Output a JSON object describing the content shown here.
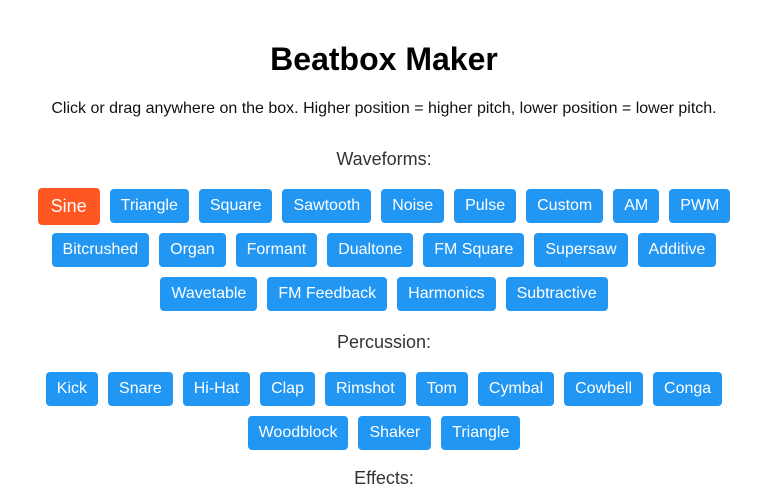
{
  "title": "Beatbox Maker",
  "instructions": "Click or drag anywhere on the box. Higher position = higher pitch, lower position = lower pitch.",
  "waveforms": {
    "label": "Waveforms:",
    "selected": "Sine",
    "rows": [
      [
        "Sine",
        "Triangle",
        "Square",
        "Sawtooth",
        "Noise",
        "Pulse",
        "Custom",
        "AM",
        "PWM"
      ],
      [
        "Bitcrushed",
        "Organ",
        "Formant",
        "Dualtone",
        "FM Square",
        "Supersaw",
        "Additive"
      ],
      [
        "Wavetable",
        "FM Feedback",
        "Harmonics",
        "Subtractive"
      ]
    ]
  },
  "percussion": {
    "label": "Percussion:",
    "rows": [
      [
        "Kick",
        "Snare",
        "Hi-Hat",
        "Clap",
        "Rimshot",
        "Tom",
        "Cymbal",
        "Cowbell",
        "Conga"
      ],
      [
        "Woodblock",
        "Shaker",
        "Triangle"
      ]
    ]
  },
  "effects": {
    "label": "Effects:"
  },
  "colors": {
    "button": "#2196f3",
    "button_active": "#ff5722",
    "button_text": "#ffffff"
  }
}
